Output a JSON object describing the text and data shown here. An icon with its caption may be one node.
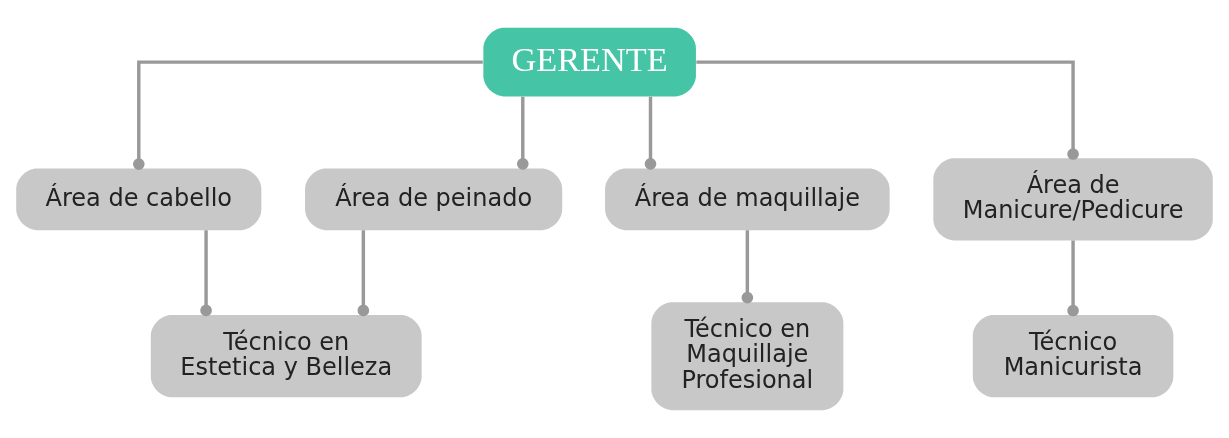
{
  "diagram": {
    "nodes": [
      {
        "text": [
          "GERENTE"
        ]
      },
      {
        "text": [
          "Área de cabello"
        ]
      },
      {
        "text": [
          "Área de peinado"
        ]
      },
      {
        "text": [
          "Área de maquillaje"
        ]
      },
      {
        "text": [
          "Área de Manicure/Pedicure"
        ]
      },
      {
        "text": [
          "Técnico en Estetica y Belleza"
        ]
      },
      {
        "text": [
          "Técnico en Maquillaje Profesional"
        ]
      },
      {
        "text": [
          "Técnico Manicurista"
        ]
      }
    ],
    "edges": [
      {
        "from": 0,
        "to": 1,
        "arrow": "other"
      },
      {
        "from": 0,
        "to": 2,
        "arrow": "other"
      },
      {
        "from": 0,
        "to": 3,
        "arrow": "other"
      },
      {
        "from": 0,
        "to": 4,
        "arrow": "other"
      },
      {
        "from": 1,
        "to": 5,
        "arrow": "other"
      },
      {
        "from": 2,
        "to": 5,
        "arrow": "other"
      },
      {
        "from": 3,
        "to": 6,
        "arrow": "other"
      },
      {
        "from": 4,
        "to": 7,
        "arrow": "other"
      }
    ]
  }
}
